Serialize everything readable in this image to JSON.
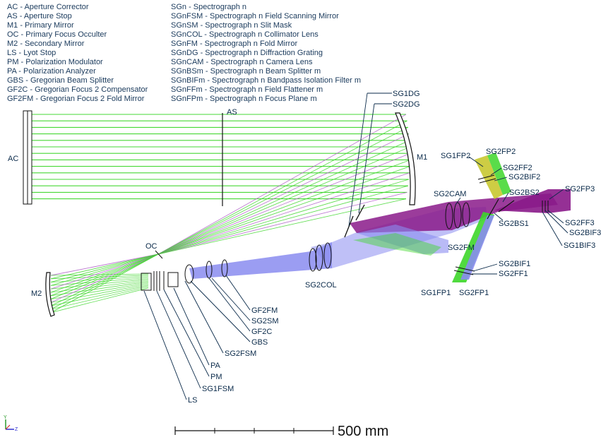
{
  "legend_left": [
    "AC - Aperture Corrector",
    "AS - Aperture Stop",
    "M1 - Primary Mirror",
    "OC - Primary Focus Occulter",
    "M2 - Secondary Mirror",
    "LS - Lyot Stop",
    "PM - Polarization Modulator",
    "PA - Polarization Analyzer",
    "GBS - Gregorian Beam Splitter",
    "GF2C - Gregorian Focus 2 Compensator",
    "GF2FM - Gregorian Focus 2 Fold Mirror"
  ],
  "legend_right": [
    "SGn - Spectrograph n",
    "SGnFSM - Spectrograph n Field Scanning Mirror",
    "SGnSM - Spectrograph n Slit Mask",
    "SGnCOL - Spectrograph n Collimator Lens",
    "SGnFM - Spectrograph n Fold Mirror",
    "SGnDG - Spectrograph n Diffraction Grating",
    "SGnCAM - Spectrograph n Camera Lens",
    "SGnBSm - Spectrograph n Beam Splitter m",
    "SGnBIFm - Spectrograph n Bandpass Isolation Filter m",
    "SGnFFm - Spectrograph n Field Flattener m",
    "SGnFPm - Spectrograph n Focus Plane m"
  ],
  "labels": {
    "ac": "AC",
    "as": "AS",
    "m1": "M1",
    "oc": "OC",
    "m2": "M2",
    "sg1dg": "SG1DG",
    "sg2dg": "SG2DG",
    "sg1fp2": "SG1FP2",
    "sg2fp2": "SG2FP2",
    "sg2ff2": "SG2FF2",
    "sg2bif2": "SG2BIF2",
    "sg2cam": "SG2CAM",
    "sg2bs2": "SG2BS2",
    "sg2fp3": "SG2FP3",
    "sg2bs1": "SG2BS1",
    "sg2ff3": "SG2FF3",
    "sg2bif3": "SG2BIF3",
    "sg1bif3": "SG1BIF3",
    "sg2fm": "SG2FM",
    "sg2bif1": "SG2BIF1",
    "sg2ff1": "SG2FF1",
    "sg1fp1": "SG1FP1",
    "sg2fp1": "SG2FP1",
    "sg2col": "SG2COL",
    "gf2fm": "GF2FM",
    "sg2sm": "SG2SM",
    "gf2c": "GF2C",
    "gbs": "GBS",
    "sg2fsm": "SG2FSM",
    "pa": "PA",
    "pm": "PM",
    "sg1fsm": "SG1FSM",
    "ls": "LS"
  },
  "scale_bar": {
    "label": "500 mm"
  },
  "axis_triad": {
    "y": "Y",
    "z": "Z"
  },
  "colors": {
    "green_rays": "#3dd62a",
    "purple_rays": "#b060c8",
    "blue_beam": "#8a8cf0",
    "purple_beam": "#8a1a8a",
    "yellow_beam": "#c8c830",
    "label_text": "#0a2a4a",
    "legend_text": "#1a3a5c"
  }
}
